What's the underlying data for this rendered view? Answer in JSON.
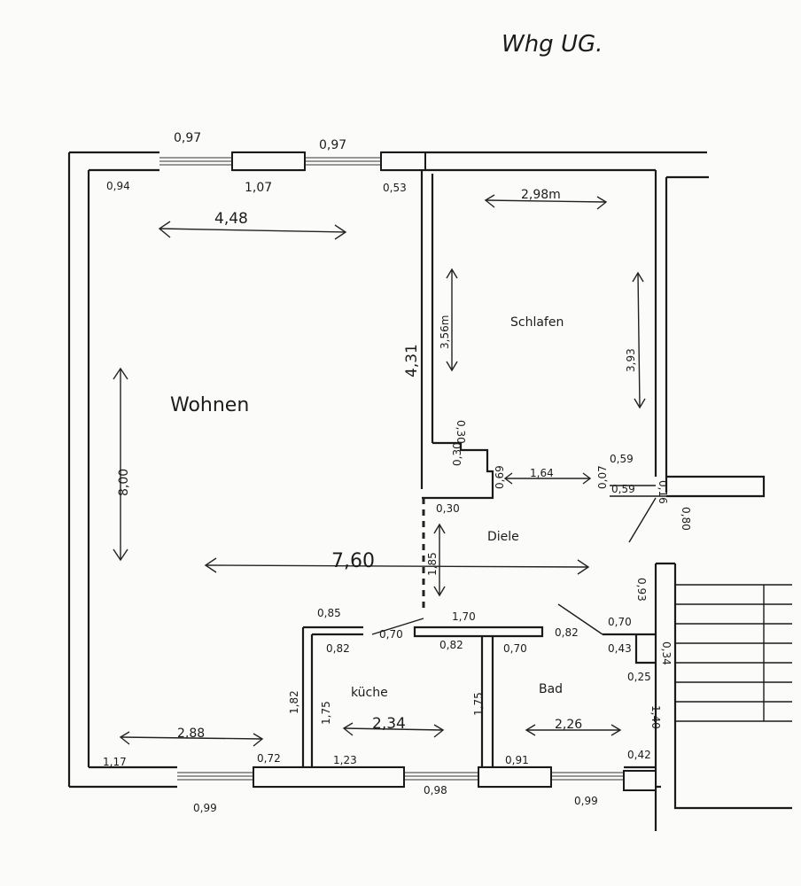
{
  "title": "Whg UG.",
  "rooms": {
    "wohnen": "Wohnen",
    "schlafen": "Schlafen",
    "diele": "Diele",
    "kueche": "küche",
    "bad": "Bad"
  },
  "dimensions": {
    "top_window_1": "0,97",
    "top_window_2": "0,97",
    "top_pier_left": "0,94",
    "top_pier_mid": "1,07",
    "top_pier_right": "0,53",
    "wohnen_width": "4,48",
    "wohnen_height": "8,00",
    "wohnen_depth": "7,60",
    "wall_height_431": "4,31",
    "schlafen_width": "2,98m",
    "schlafen_height_left": "3,56m",
    "schlafen_height_right": "3,93",
    "niche_030a": "0,30",
    "niche_030b": "0,30",
    "niche_030c": "0,30",
    "niche_069": "0,69",
    "diele_width": "1,64",
    "wall_007": "0,07",
    "door_059a": "0,59",
    "door_059b": "0,59",
    "pier_016": "0,16",
    "door_080": "0,80",
    "diele_depth": "1,85",
    "kitchen_top_085": "0,85",
    "door_070a": "0,70",
    "hall_170": "1,70",
    "kitchen_082": "0,82",
    "hall_082": "0,82",
    "bath_070": "0,70",
    "bath_082": "0,82",
    "stair_093": "0,93",
    "bath_top_070": "0,70",
    "bath_043": "0,43",
    "bath_034": "0,34",
    "bath_025": "0,25",
    "kitchen_182": "1,82",
    "kitchen_175": "1,75",
    "kitchen_width": "2,34",
    "bath_175": "1,75",
    "bath_width": "2,26",
    "bath_140": "1,40",
    "wohnen_bottom_width": "2,88",
    "bottom_117": "1,17",
    "bottom_072": "0,72",
    "bottom_123": "1,23",
    "bottom_091": "0,91",
    "bottom_042": "0,42",
    "bottom_window_1": "0,99",
    "bottom_window_2": "0,98",
    "bottom_window_3": "0,99"
  }
}
